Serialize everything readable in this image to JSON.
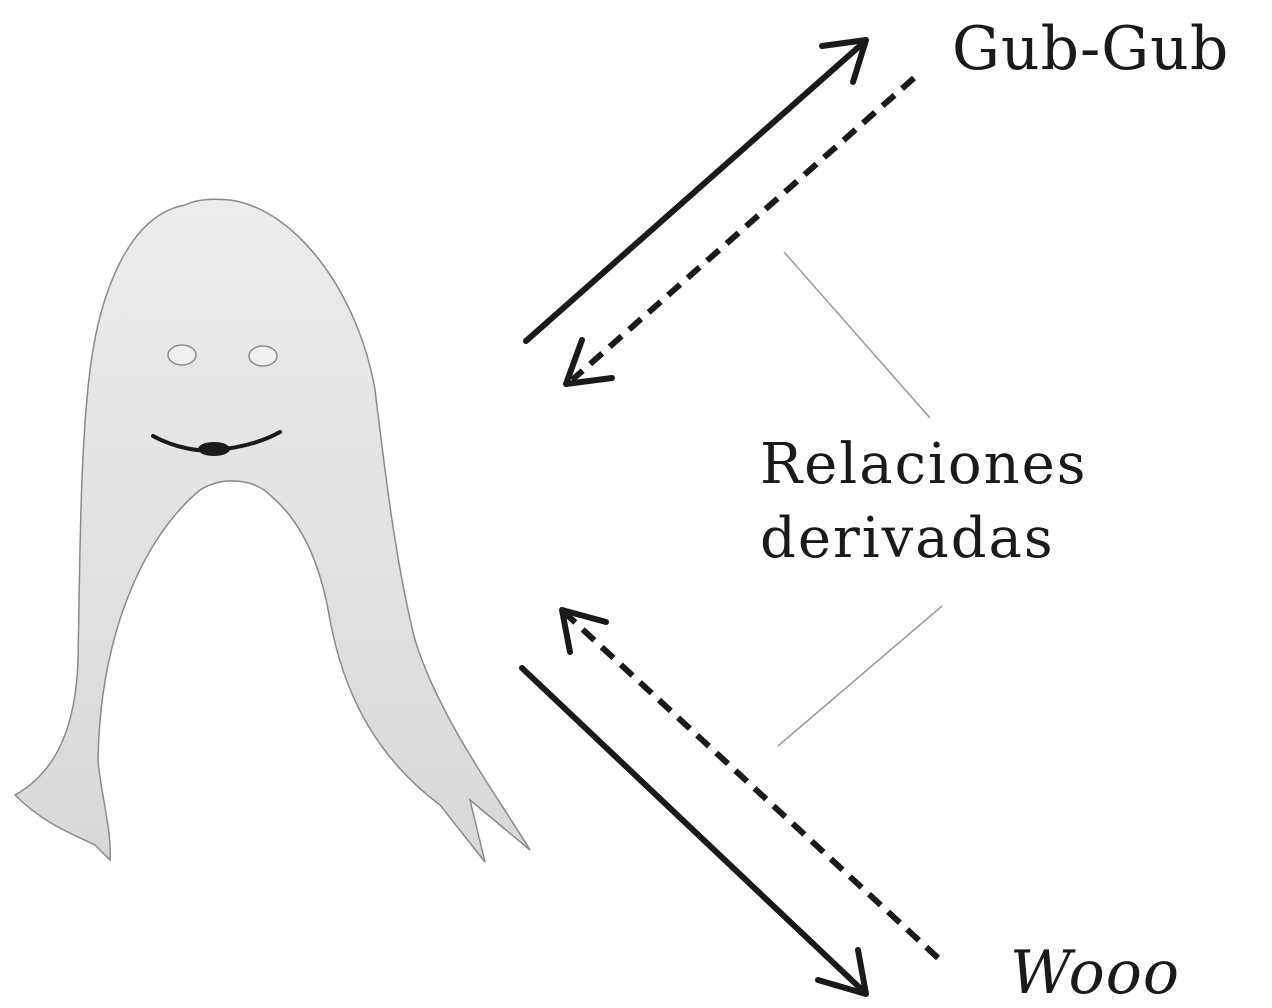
{
  "labels": {
    "top_right": "Gub-Gub",
    "bottom_right": "Wooo",
    "center_line1": "Relaciones",
    "center_line2": "derivadas"
  },
  "colors": {
    "ghost_fill": "#e2e2e2",
    "ghost_outline": "#8a8a8a",
    "arrow": "#1a1a1a",
    "leader_line": "#9a9a9a"
  }
}
